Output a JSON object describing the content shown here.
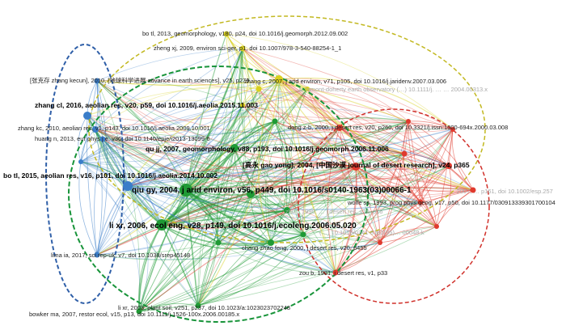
{
  "colors": {
    "blue": "#3a7dc9",
    "yellow": "#d8d01e",
    "green": "#1f9a35",
    "red": "#e03a2e"
  },
  "labels": {
    "bo2013": "bo tl, 2013, geomorphology, v180, p24, doi 10.1016/j.geomorph.2012.09.002",
    "zhengxj": "zheng xj, 2009, environ sci-ger, p1, doi 10.1007/978-3-540-88254-1_1",
    "zhangkecun": "[张克存 zhang kecun], 2010, [地球科学进展 advance in earth sciences], v25, p279",
    "zhangc2007": "zhang c, 2007, j arid environ, v71, p105, doi 10.1016/j.jaridenv.2007.03.006",
    "faint1": "s, lamont-doherty earth observatory (…) 10.1111/j. … … 2004.00313.x",
    "zhangcl2016": "zhang cl, 2016, aeolian res, v20, p59, doi 10.1016/j.aeolia.2015.11.003",
    "zhangkc2010": "zhang kc, 2010, aeolian res, v1, p143, doi 10.1016/j.aeolia.2009.10.001",
    "dong2000": "dong z-b, 2000, j desert res, v20, p260, doi 10.3321/j.issn:1000-694x.2000.03.008",
    "huang2013": "huang n, 2013, eur phys j e, v36, doi 10.1140/epje/i2013-13099-6",
    "qu2007": "qu jj, 2007, geomorphology, v88, p193, doi 10.1016/j.geomorph.2006.11.006",
    "gaoyong": "[高永 gao yong], 2004, [中国沙漠 journal of desert research], v24, p365",
    "bo2015": "bo tl, 2015, aeolian res, v16, p101, doi 10.1016/j.aeolia.2014.10.002",
    "qiu2004": "qiu gy, 2004, j arid environ, v56, p449, doi 10.1016/s0140-1963(03)00066-1",
    "esp257": "… 2007, … p161, doi 10.1002/esp.257",
    "wolfe": "wolfe ss, 1993, prog phys geog, v17, p50, doi 10.1177/030913339301700104",
    "faintgreen": "zhu j, 1990, … j desert res, v10, p16",
    "lixr2006": "li xr, 2006, ecol eng, v28, p149, doi 10.1016/j.ecoleng.2006.05.020",
    "faintmid": "(…) 10.1016/0341-8162(95)… 00048-k",
    "chang": "chang zhao feng, 2000, j desert res, v20, p455",
    "lima": "lima ia, 2017, sci rep-uk, v7, doi 10.1038/srep45148",
    "zou": "zou b, 1981, j desert res, v1, p33",
    "lixr2003": "li xr, 2003, plant soil, v251, p237, doi 10.1023/a:1023023702248",
    "bowker": "bowker ma, 2007, restor ecol, v15, p13, doi 10.1111/j.1526-100x.2006.00185.x"
  }
}
